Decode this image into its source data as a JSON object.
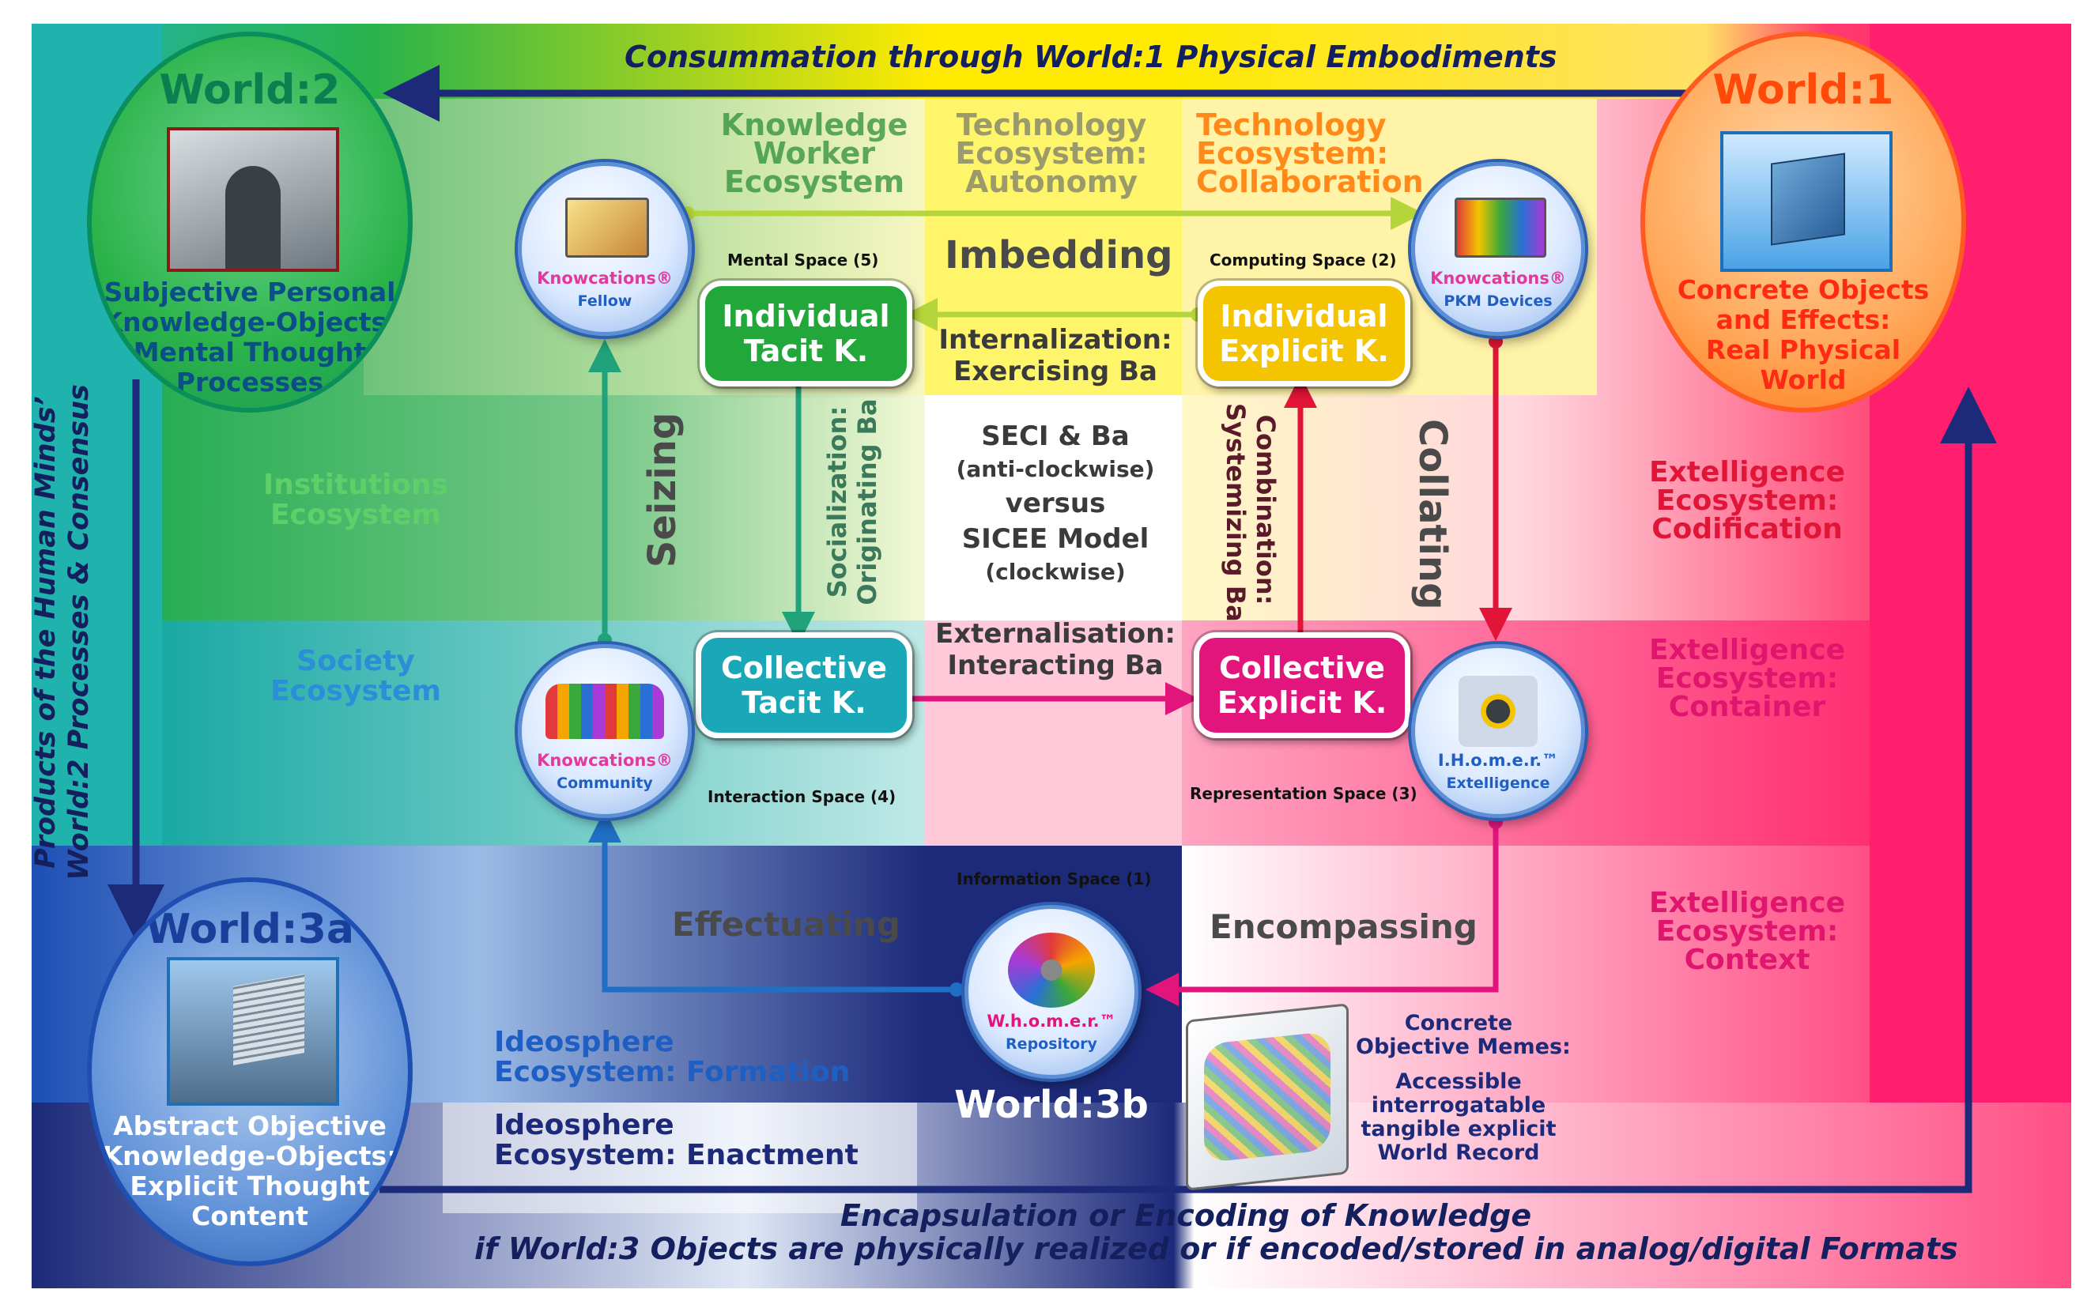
{
  "top_banner": "Consummation through World:1 Physical Embodiments",
  "bottom_banner_line1": "Encapsulation or Encoding of Knowledge",
  "bottom_banner_line2": "if World:3 Objects are physically realized or if encoded/stored in analog/digital Formats",
  "left_vertical_line1": "Products of the Human Minds’",
  "left_vertical_line2": "World:2 Processes & Consensus",
  "world2": {
    "title": "World:2",
    "caption": [
      "Subjective Personal",
      "Knowledge-Objects:",
      "Mental Thought",
      "Processes"
    ]
  },
  "world1": {
    "title": "World:1",
    "caption": [
      "Concrete Objects",
      "and Effects:",
      "Real Physical",
      "World"
    ]
  },
  "world3a": {
    "title": "World:3a",
    "caption": [
      "Abstract Objective",
      "Knowledge-Objects:",
      "Explicit Thought",
      "Content"
    ]
  },
  "world3b": {
    "title": "World:3b"
  },
  "ecosystems": {
    "knowledge_worker": [
      "Knowledge",
      "Worker",
      "Ecosystem"
    ],
    "tech_autonomy": [
      "Technology",
      "Ecosystem:",
      "Autonomy"
    ],
    "tech_collaboration": [
      "Technology",
      "Ecosystem:",
      "Collaboration"
    ],
    "institutions": [
      "Institutions",
      "Ecosystem"
    ],
    "society": [
      "Society",
      "Ecosystem"
    ],
    "extelligence_codification": [
      "Extelligence",
      "Ecosystem:",
      "Codification"
    ],
    "extelligence_container": [
      "Extelligence",
      "Ecosystem:",
      "Container"
    ],
    "extelligence_context": [
      "Extelligence",
      "Ecosystem:",
      "Context"
    ],
    "ideosphere_formation": [
      "Ideosphere",
      "Ecosystem:  Formation"
    ],
    "ideosphere_enactment": [
      "Ideosphere",
      "Ecosystem:  Enactment"
    ]
  },
  "spaces": {
    "mental": "Mental Space (5)",
    "computing": "Computing Space (2)",
    "interaction": "Interaction Space (4)",
    "representation": "Representation Space (3)",
    "information": "Information Space (1)"
  },
  "boxes": {
    "individual_tacit": [
      "Individual",
      "Tacit K."
    ],
    "individual_explicit": [
      "Individual",
      "Explicit K."
    ],
    "collective_tacit": [
      "Collective",
      "Tacit K."
    ],
    "collective_explicit": [
      "Collective",
      "Explicit K."
    ]
  },
  "process_labels": {
    "imbedding": "Imbedding",
    "seizing": "Seizing",
    "collating": "Collating",
    "effectuating": "Effectuating",
    "encompassing": "Encompassing"
  },
  "ba_labels": {
    "internalization": [
      "Internalization:",
      "Exercising Ba"
    ],
    "socialization": [
      "Socialization:",
      "Originating Ba"
    ],
    "combination": [
      "Combination:",
      "Systemizing Ba"
    ],
    "externalisation": [
      "Externalisation:",
      "Interacting Ba"
    ]
  },
  "center_text": [
    "SECI & Ba",
    "(anti-clockwise)",
    "versus",
    "SICEE Model",
    "(clockwise)"
  ],
  "badges": {
    "fellow": {
      "brand": "Knowcations®",
      "sub": "Fellow"
    },
    "pkm": {
      "brand": "Knowcations®",
      "sub": "PKM Devices"
    },
    "community": {
      "brand": "Knowcations®",
      "sub": "Community"
    },
    "extelligence": {
      "brand": "I.H.o.m.e.r.™",
      "sub": "Extelligence"
    },
    "repository": {
      "brand": "W.h.o.m.e.r.™",
      "sub": "Repository"
    }
  },
  "memes": [
    "Concrete",
    "Objective Memes:",
    "",
    "Accessible",
    "interrogatable",
    "tangible explicit",
    "World Record"
  ],
  "colors": {
    "green": "#2bb34a",
    "teal": "#20b3ad",
    "blue": "#1f5fc4",
    "navy": "#1d2a7a",
    "pink": "#ff1f6e",
    "red": "#e01538",
    "yellow": "#ffe600",
    "orange": "#ff7a1a",
    "magenta": "#e2157d"
  }
}
